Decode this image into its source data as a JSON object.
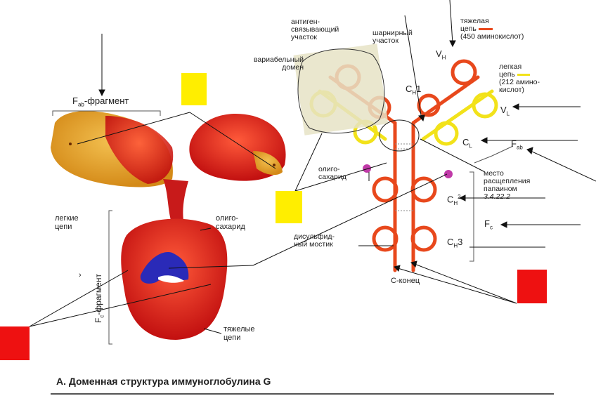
{
  "diagram": {
    "left_panel": {
      "fab_fragment_main": "F",
      "fab_fragment_sub": "ab",
      "fab_fragment_rest": "-фрагмент",
      "light_chains_1": "легкие",
      "light_chains_2": "цепи",
      "oligosaccharide_1": "олиго-",
      "oligosaccharide_2": "сахарид",
      "fc_fragment_main": "F",
      "fc_fragment_sub": "c",
      "fc_fragment_rest": "-фрагмент",
      "heavy_chains_1": "тяжелые",
      "heavy_chains_2": "цепи",
      "small_mark": "›"
    },
    "right_panel": {
      "antigen_binding_1": "антиген-",
      "antigen_binding_2": "связывающий",
      "antigen_binding_3": "участок",
      "variable_domain_1": "вариабельный",
      "variable_domain_2": "домен",
      "hinge_1": "шарнирный",
      "hinge_2": "участок",
      "heavy_chain_1": "тяжелая",
      "heavy_chain_2": "цепь",
      "heavy_chain_3": "(450 аминокислот)",
      "vh_main": "V",
      "vh_sub": "H",
      "light_chain_1": "легкая",
      "light_chain_2": "цепь",
      "light_chain_3": "(212 амино-",
      "light_chain_4": "кислот)",
      "vl_main": "V",
      "vl_sub": "L",
      "ch1_main": "C",
      "ch1_sub": "H",
      "ch1_num": "1",
      "cl_main": "C",
      "cl_sub": "L",
      "fab_main": "F",
      "fab_sub": "ab",
      "oligo_1": "олиго-",
      "oligo_2": "сахарид",
      "cleavage_1": "место",
      "cleavage_2": "расщепления",
      "cleavage_3": "папаином",
      "cleavage_4": "3.4.22.2",
      "ch2_main": "C",
      "ch2_sub": "H",
      "ch2_num": "2",
      "fc_main": "F",
      "fc_sub": "c",
      "disulfide_1": "дисульфид-",
      "disulfide_2": "ный мостик",
      "ch3_main": "C",
      "ch3_sub": "H",
      "ch3_num": "3",
      "c_terminus": "С-конец"
    },
    "caption": "А. Доменная структура иммуноглобулина G",
    "colors": {
      "heavy_chain": "#e8481c",
      "light_chain": "#f2e21a",
      "molecule_red": "#d81e1e",
      "molecule_orange": "#e0a030",
      "oligosaccharide": "#2a2ab8",
      "sugar_dot": "#c03aa8",
      "yellow_marker": "#ffee00",
      "red_marker": "#ee1111"
    }
  }
}
